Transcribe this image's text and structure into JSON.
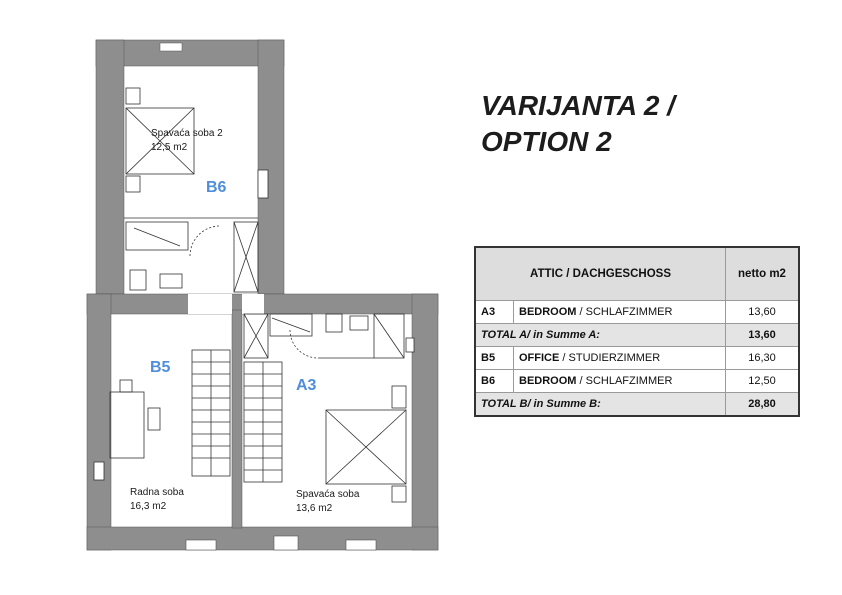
{
  "title": {
    "line1": "VARIJANTA 2 /",
    "line2": "OPTION 2"
  },
  "plan": {
    "zones": {
      "b6": "B6",
      "b5": "B5",
      "a3": "A3"
    },
    "rooms": {
      "b6_name": "Spavaća soba 2",
      "b6_area": "12,5 m2",
      "b5_name": "Radna soba",
      "b5_area": "16,3 m2",
      "a3_name": "Spavaća soba",
      "a3_area": "13,6 m2"
    }
  },
  "table": {
    "header": {
      "title": "ATTIC / DACHGESCHOSS",
      "unit": "netto m2"
    },
    "rows": [
      {
        "code": "A3",
        "name_bold": "BEDROOM",
        "name_rest": " / SCHLAFZIMMER",
        "value": "13,60"
      },
      {
        "total_label": "TOTAL A/ in Summe A:",
        "value": "13,60"
      },
      {
        "code": "B5",
        "name_bold": "OFFICE",
        "name_rest": " / STUDIERZIMMER",
        "value": "16,30"
      },
      {
        "code": "B6",
        "name_bold": "BEDROOM",
        "name_rest": " / SCHLAFZIMMER",
        "value": "12,50"
      },
      {
        "total_label": "TOTAL B/ in Summe B:",
        "value": "28,80"
      }
    ]
  },
  "colors": {
    "wall": "#8e8e8e",
    "zone_label": "#4f8ed9",
    "table_header": "#dddddd"
  }
}
